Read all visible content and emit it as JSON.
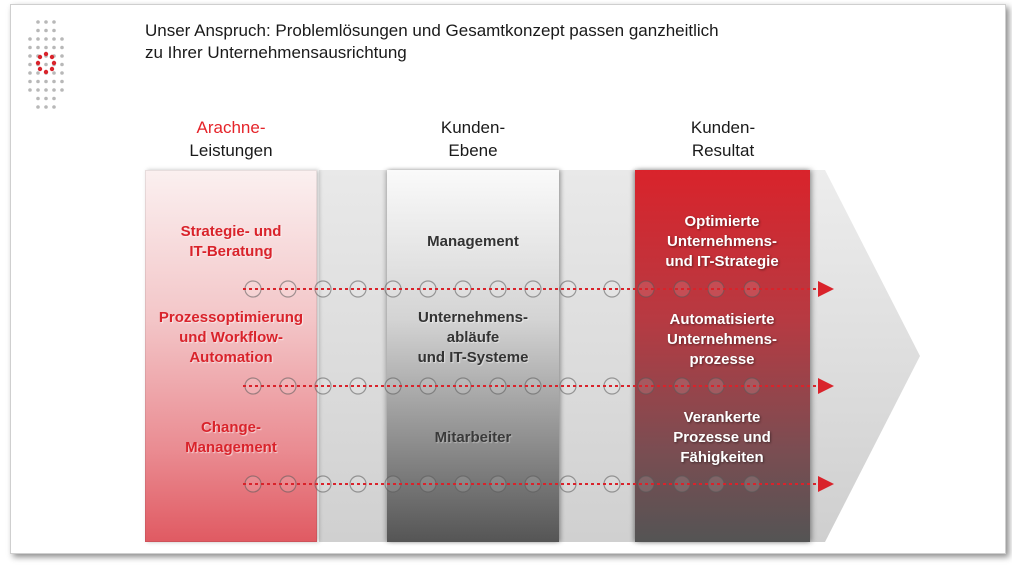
{
  "title": {
    "line1": "Unser Anspruch: Problemlösungen und Gesamtkonzept passen ganzheitlich",
    "line2": "zu Ihrer Unternehmensausrichtung"
  },
  "columns": [
    {
      "heading": [
        "Arachne-",
        "Leistungen"
      ],
      "items": [
        [
          "Strategie- und",
          "IT-Beratung"
        ],
        [
          "Prozessoptimierung",
          "und Workflow-",
          "Automation"
        ],
        [
          "Change-",
          "Management"
        ]
      ]
    },
    {
      "heading": [
        "Kunden-",
        "Ebene"
      ],
      "items": [
        [
          "Management"
        ],
        [
          "Unternehmens-",
          "abläufe",
          "und IT-Systeme"
        ],
        [
          "Mitarbeiter"
        ]
      ]
    },
    {
      "heading": [
        "Kunden-",
        "Resultat"
      ],
      "items": [
        [
          "Optimierte",
          "Unternehmens-",
          "und IT-Strategie"
        ],
        [
          "Automatisierte",
          "Unternehmens-",
          "prozesse"
        ],
        [
          "Verankerte",
          "Prozesse und",
          "Fähigkeiten"
        ]
      ]
    }
  ],
  "colors": {
    "accent_red": "#e5242a",
    "dot_line_red": "#d9232b",
    "arrow_gray": "#e0e0e0"
  },
  "icons": {
    "logo": "dot-grid-logo-icon",
    "connector": "circle-node-icon",
    "flow": "arrow-right-icon"
  }
}
